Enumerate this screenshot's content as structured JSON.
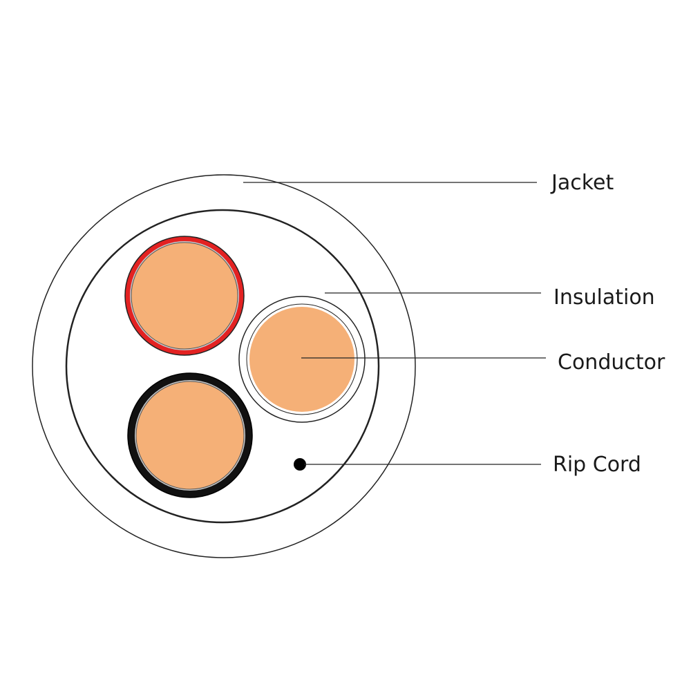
{
  "colors": {
    "background": "#ffffff",
    "outline": "#222222",
    "conductor": "#f5b077",
    "insulation_red": "#e32222",
    "insulation_black": "#111111",
    "insulation_white": "#ffffff",
    "rip_cord": "#000000"
  },
  "labels": {
    "jacket": "Jacket",
    "insulation": "Insulation",
    "conductor": "Conductor",
    "rip_cord": "Rip Cord"
  }
}
